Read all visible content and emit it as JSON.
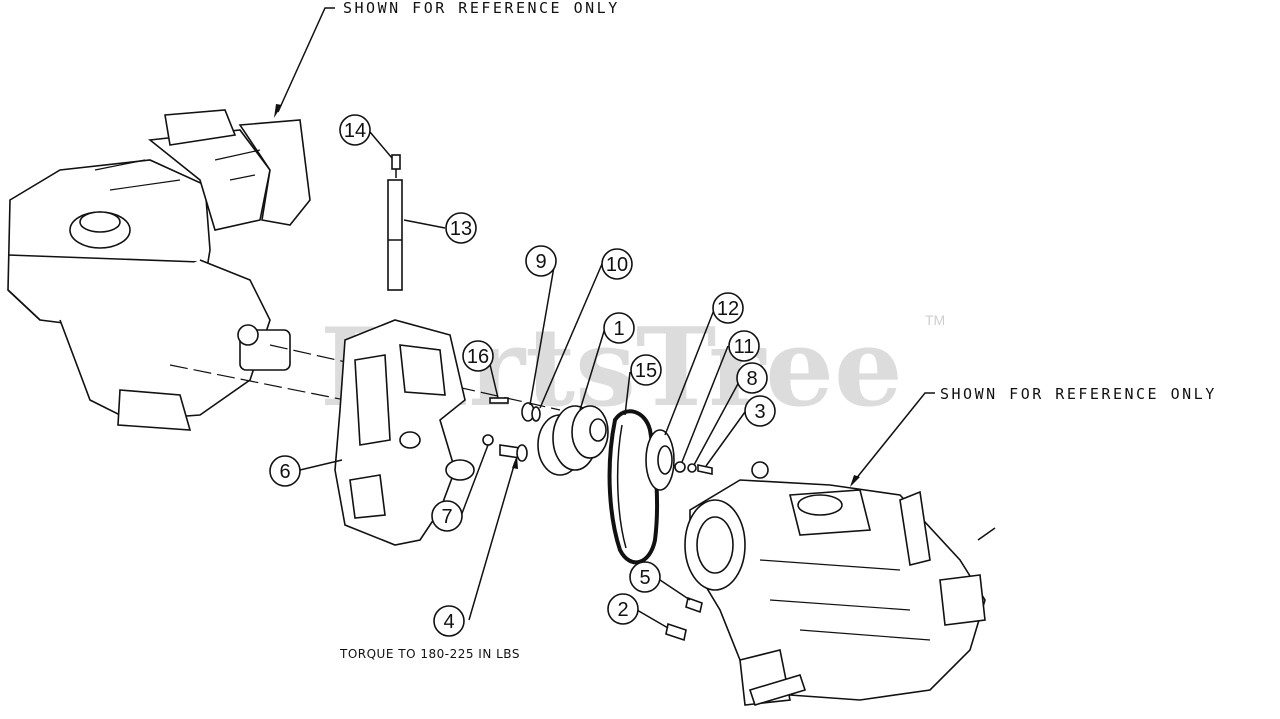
{
  "watermark": {
    "brand": "PartsTree",
    "trademark": "TM"
  },
  "notes": {
    "reference_top": "SHOWN FOR REFERENCE ONLY",
    "reference_right": "SHOWN FOR REFERENCE ONLY",
    "torque": "TORQUE TO 180-225 IN LBS"
  },
  "callouts": [
    "1",
    "2",
    "3",
    "4",
    "5",
    "6",
    "7",
    "8",
    "9",
    "10",
    "11",
    "12",
    "13",
    "14",
    "15",
    "16"
  ]
}
